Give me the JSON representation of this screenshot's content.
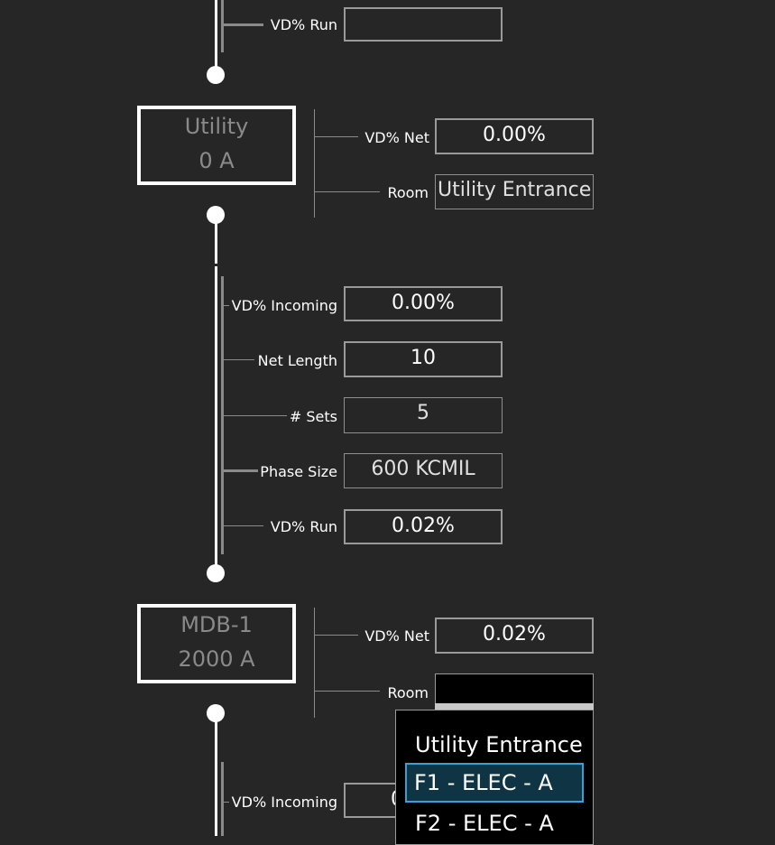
{
  "top_section": {
    "vd_run_label": "VD% Run",
    "vd_run_value": ""
  },
  "utility_node": {
    "name": "Utility",
    "amps": "0 A",
    "vd_net_label": "VD% Net",
    "vd_net_value": "0.00%",
    "room_label": "Room",
    "room_value": "Utility Entrance"
  },
  "feeder_1": {
    "vd_incoming_label": "VD% Incoming",
    "vd_incoming_value": "0.00%",
    "net_length_label": "Net Length",
    "net_length_value": "10",
    "sets_label": "# Sets",
    "sets_value": "5",
    "phase_size_label": "Phase Size",
    "phase_size_value": "600 KCMIL",
    "vd_run_label": "VD% Run",
    "vd_run_value": "0.02%"
  },
  "mdb_node": {
    "name": "MDB-1",
    "amps": "2000 A",
    "vd_net_label": "VD% Net",
    "vd_net_value": "0.02%",
    "room_label": "Room",
    "room_value": ""
  },
  "feeder_2": {
    "vd_incoming_label": "VD% Incoming",
    "vd_incoming_value_partial": "0"
  },
  "room_dropdown": {
    "options": [
      "Utility Entrance",
      "F1 - ELEC - A",
      "F2 - ELEC - A"
    ],
    "selected": "F1 - ELEC - A"
  }
}
